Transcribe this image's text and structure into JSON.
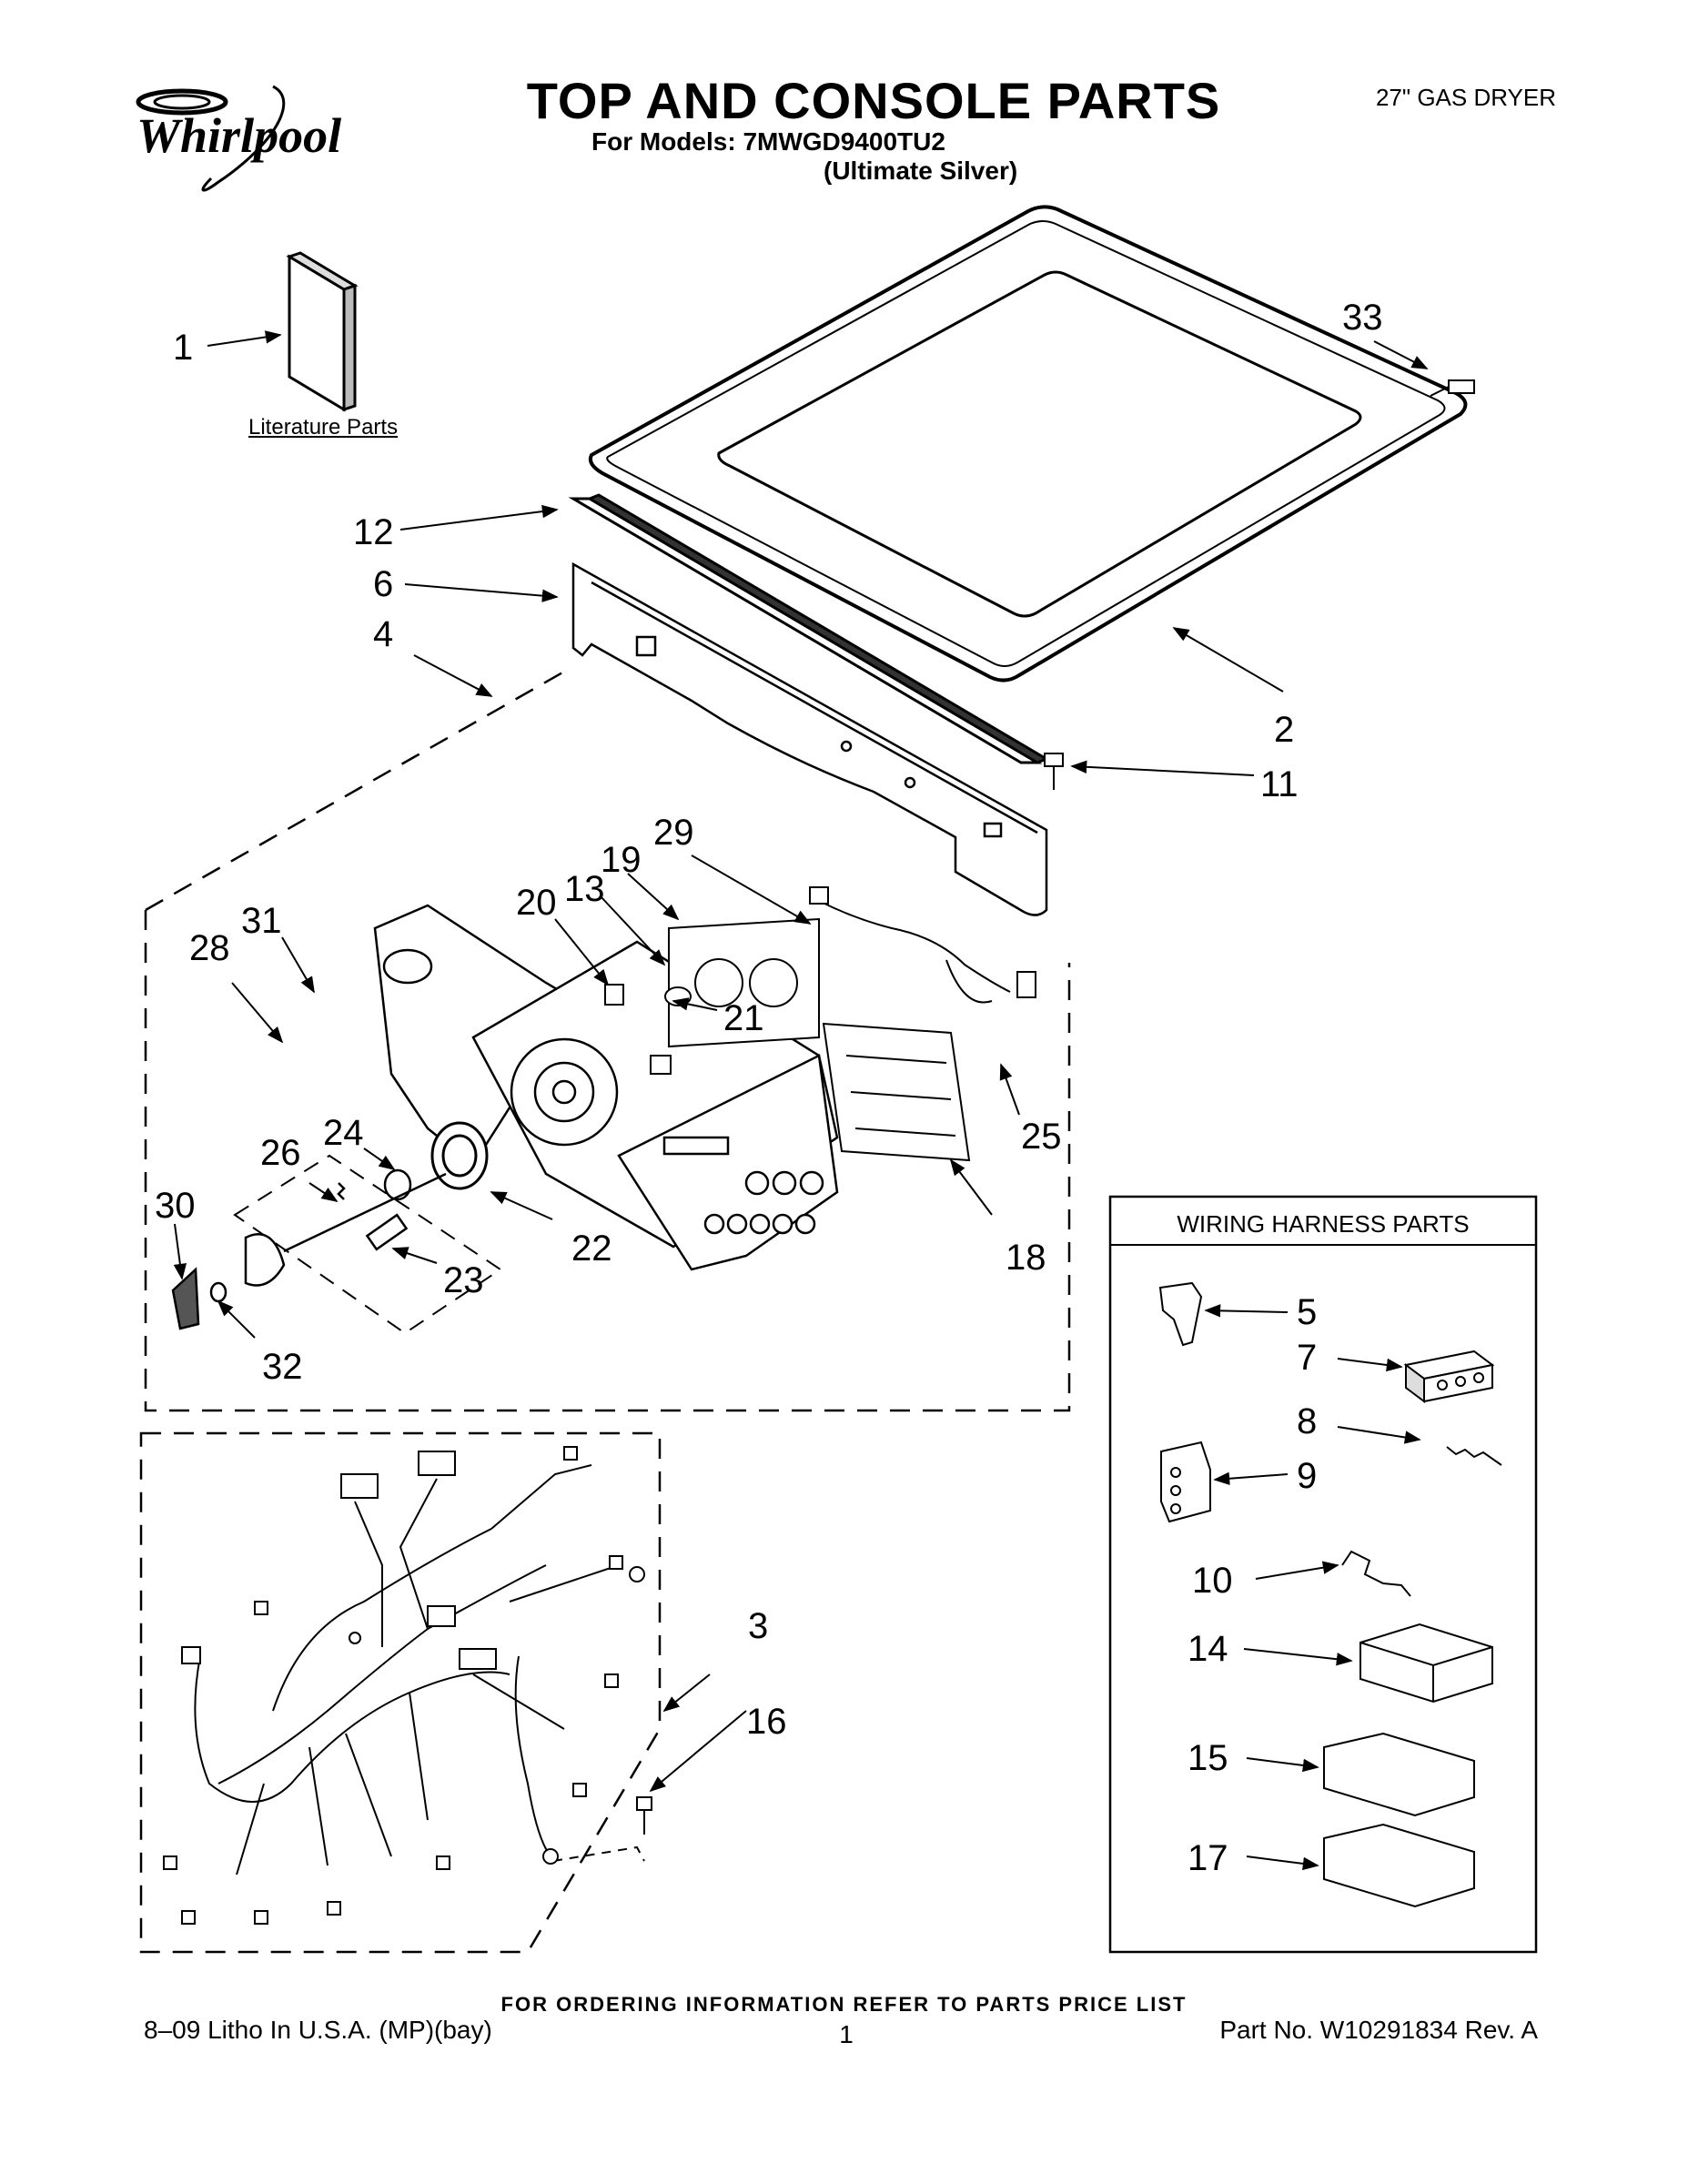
{
  "brand": {
    "logo_text": "Whirlpool"
  },
  "header": {
    "title": "TOP AND CONSOLE PARTS",
    "models_line": "For Models: 7MWGD9400TU2",
    "variant": "(Ultimate Silver)",
    "product": "27\" GAS DRYER"
  },
  "literature_label": "Literature Parts",
  "wiring_harness": {
    "title": "WIRING HARNESS PARTS",
    "callouts": [
      "5",
      "7",
      "8",
      "9",
      "10",
      "14",
      "15",
      "17"
    ]
  },
  "callouts": {
    "c1": "1",
    "c2": "2",
    "c3": "3",
    "c4": "4",
    "c6": "6",
    "c11": "11",
    "c12": "12",
    "c13": "13",
    "c16": "16",
    "c18": "18",
    "c19": "19",
    "c20": "20",
    "c21": "21",
    "c22": "22",
    "c23": "23",
    "c24": "24",
    "c25": "25",
    "c26": "26",
    "c28": "28",
    "c29": "29",
    "c30": "30",
    "c31": "31",
    "c32": "32",
    "c33": "33"
  },
  "footer": {
    "ordering": "FOR ORDERING INFORMATION REFER TO PARTS PRICE LIST",
    "litho": "8–09 Litho In U.S.A. (MP)(bay)",
    "page": "1",
    "part_no": "Part No. W10291834 Rev. A"
  }
}
